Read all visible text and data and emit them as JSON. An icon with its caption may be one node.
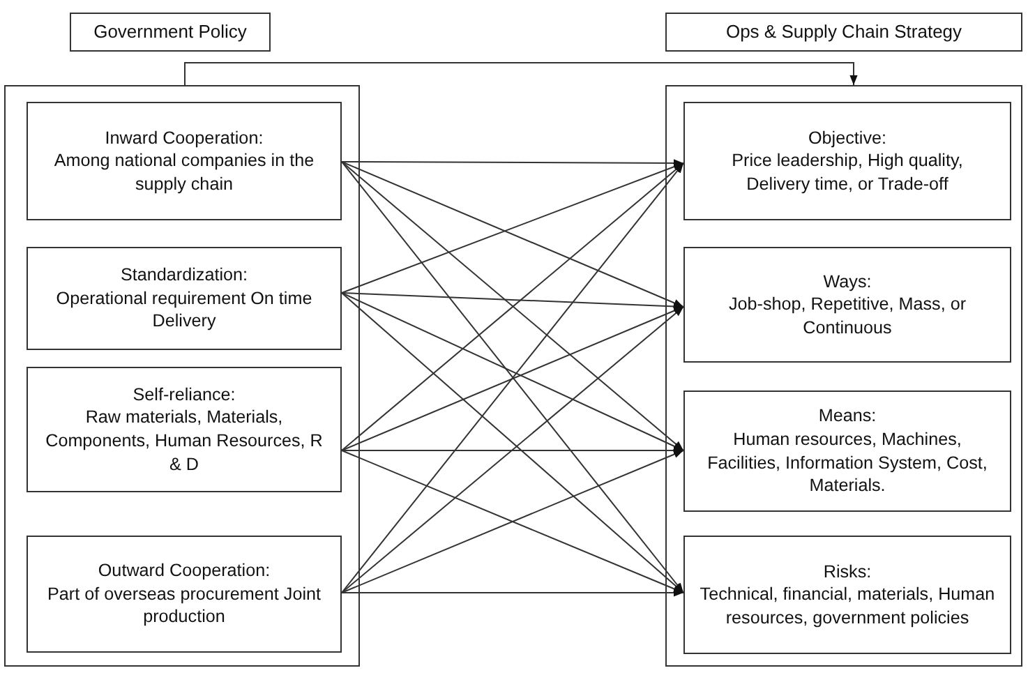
{
  "diagram": {
    "nodes": [
      {
        "text": [
          "Government Policy"
        ]
      },
      {
        "text": [],
        "shape": "box"
      },
      {
        "text": [
          "Inward Cooperation:",
          "Among national companies in the supply chain"
        ],
        "in": 1
      },
      {
        "text": [
          "Standardization:",
          "Operational requirement On time Delivery"
        ],
        "in": 1
      },
      {
        "text": [
          "Self-reliance:",
          "Raw materials, Materials, Components, Human Resources, R & D"
        ],
        "in": 1
      },
      {
        "text": [
          "Outward Cooperation:",
          "Part of overseas procurement Joint production"
        ],
        "in": 1
      },
      {
        "text": [
          "Ops & Supply Chain Strategy"
        ]
      },
      {
        "text": [],
        "shape": "box"
      },
      {
        "text": [
          "Objective:",
          "Price leadership, High quality, Delivery time, or Trade-off"
        ],
        "in": 7
      },
      {
        "text": [
          "Ways:",
          "Job-shop, Repetitive, Mass, or Continuous"
        ],
        "in": 7
      },
      {
        "text": [
          "Means:",
          "Human resources, Machines, Facilities, Information System, Cost, Materials."
        ],
        "in": 7
      },
      {
        "text": [
          "Risks:",
          "Technical, financial, materials, Human resources, government policies"
        ],
        "in": 7
      }
    ],
    "edges": [
      {
        "from": 1,
        "to": 7,
        "arrow": "to"
      },
      {
        "from": 2,
        "to": 8,
        "arrow": "to"
      },
      {
        "from": 2,
        "to": 9,
        "arrow": "to"
      },
      {
        "from": 2,
        "to": 10,
        "arrow": "to"
      },
      {
        "from": 2,
        "to": 11,
        "arrow": "to"
      },
      {
        "from": 3,
        "to": 8,
        "arrow": "to"
      },
      {
        "from": 3,
        "to": 9,
        "arrow": "to"
      },
      {
        "from": 3,
        "to": 10,
        "arrow": "to"
      },
      {
        "from": 3,
        "to": 11,
        "arrow": "to"
      },
      {
        "from": 4,
        "to": 8,
        "arrow": "to"
      },
      {
        "from": 4,
        "to": 9,
        "arrow": "to"
      },
      {
        "from": 4,
        "to": 10,
        "arrow": "to"
      },
      {
        "from": 4,
        "to": 11,
        "arrow": "to"
      },
      {
        "from": 5,
        "to": 8,
        "arrow": "to"
      },
      {
        "from": 5,
        "to": 9,
        "arrow": "to"
      },
      {
        "from": 5,
        "to": 10,
        "arrow": "to"
      },
      {
        "from": 5,
        "to": 11,
        "arrow": "to"
      }
    ]
  }
}
